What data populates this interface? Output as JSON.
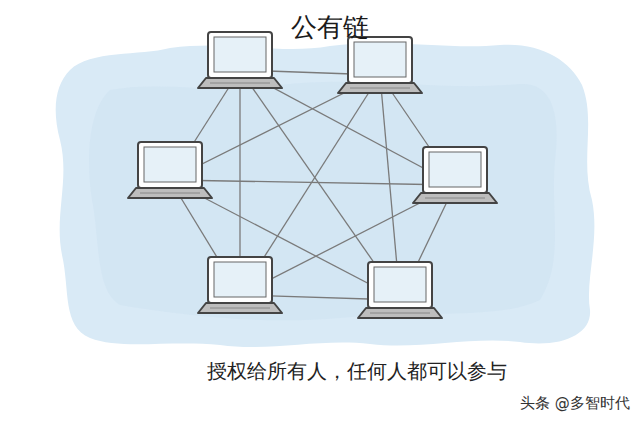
{
  "diagram": {
    "title": "公有链",
    "caption": "授权给所有人，任何人都可以参与",
    "labels": [
      "头条 @多智时代"
    ]
  }
}
